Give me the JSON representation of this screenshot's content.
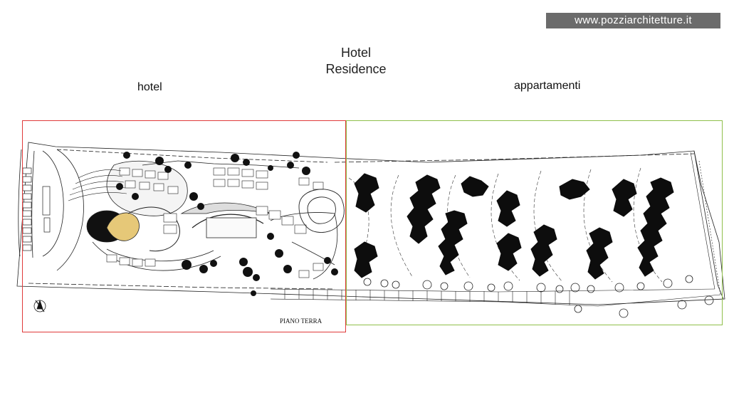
{
  "website": "www.pozziarchitetture.it",
  "title": {
    "line1": "Hotel",
    "line2": "Residence"
  },
  "sections": {
    "hotel_label": "hotel",
    "apartments_label": "appartamenti"
  },
  "plan": {
    "label": "PIANO TERRA"
  },
  "colors": {
    "hotel_frame": "#e03a3a",
    "apartments_frame": "#8fbf4a",
    "badge": "#6b6b6b",
    "highlight": "#e6c878"
  },
  "icons": {
    "north_arrow": "compass-north-icon"
  }
}
